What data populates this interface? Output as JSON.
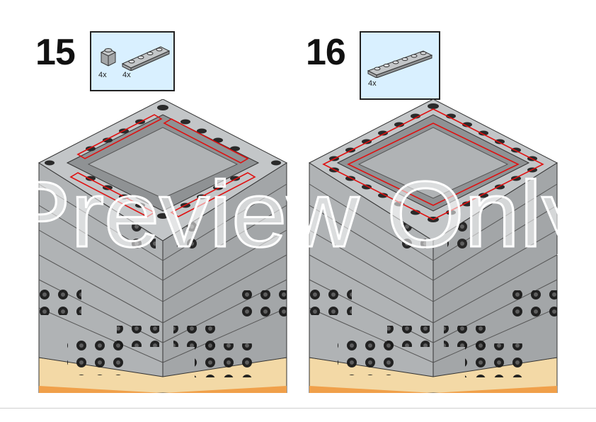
{
  "page": {
    "background": "#ffffff"
  },
  "steps": [
    {
      "number": "15",
      "parts": [
        {
          "icon": "brick-1x1-icon",
          "qty": "4x",
          "color": "#a3a6a8"
        },
        {
          "icon": "plate-1x4-icon",
          "qty": "4x",
          "color": "#a3a6a8"
        }
      ]
    },
    {
      "number": "16",
      "parts": [
        {
          "icon": "plate-1x6-icon",
          "qty": "4x",
          "color": "#a3a6a8"
        }
      ]
    }
  ],
  "watermark": {
    "text": "Preview Only"
  },
  "colors": {
    "light_bluish_gray": "#a3a6a8",
    "tan": "#f3d9a6",
    "orange_base": "#f0a04a",
    "highlight_outline": "#e01010",
    "parts_box_bg": "#d9f0ff"
  }
}
